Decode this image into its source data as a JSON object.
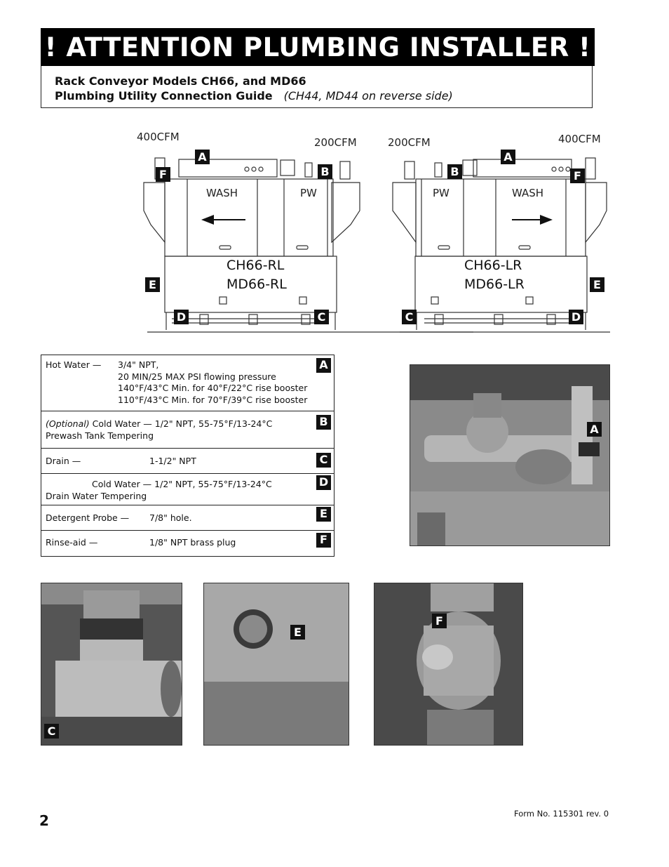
{
  "banner": {
    "title": "! ATTENTION PLUMBING INSTALLER !"
  },
  "subtitle": {
    "line1": "Rack Conveyor Models CH66, and MD66",
    "line2": "Plumbing Utility Connection Guide",
    "note": "(CH44, MD44 on reverse side)"
  },
  "diagram_left": {
    "cfm_left": "400CFM",
    "cfm_right": "200CFM",
    "wash": "WASH",
    "pw": "PW",
    "model_line1": "CH66-RL",
    "model_line2": "MD66-RL",
    "badges": {
      "a": "A",
      "b": "B",
      "c": "C",
      "d": "D",
      "e": "E",
      "f": "F"
    }
  },
  "diagram_right": {
    "cfm_left": "200CFM",
    "cfm_right": "400CFM",
    "wash": "WASH",
    "pw": "PW",
    "model_line1": "CH66-LR",
    "model_line2": "MD66-LR",
    "badges": {
      "a": "A",
      "b": "B",
      "c": "C",
      "d": "D",
      "e": "E",
      "f": "F"
    }
  },
  "spec_table": {
    "rows": [
      {
        "letter": "A",
        "label": "Hot Water —",
        "lines": [
          "3/4\" NPT,",
          "20 MIN/25 MAX PSI flowing pressure",
          "140°F/43°C Min. for 40°F/22°C rise booster",
          "110°F/43°C Min. for 70°F/39°C rise booster"
        ]
      },
      {
        "letter": "B",
        "optional": "(Optional)",
        "line1": "Cold Water — 1/2\" NPT, 55-75°F/13-24°C",
        "line2": "Prewash Tank Tempering"
      },
      {
        "letter": "C",
        "label": "Drain —",
        "value": "1-1/2\" NPT"
      },
      {
        "letter": "D",
        "line1": "Cold Water —   1/2\" NPT, 55-75°F/13-24°C",
        "line2": "Drain Water Tempering"
      },
      {
        "letter": "E",
        "label": "Detergent  Probe —",
        "value": "7/8\" hole."
      },
      {
        "letter": "F",
        "label": "Rinse-aid —",
        "value": "1/8\" NPT brass plug"
      }
    ]
  },
  "photos": {
    "a_badge": "A",
    "c_badge": "C",
    "e_badge": "E",
    "f_badge": "F"
  },
  "footer": {
    "page_number": "2",
    "form_number": "Form No. 115301 rev. 0"
  }
}
